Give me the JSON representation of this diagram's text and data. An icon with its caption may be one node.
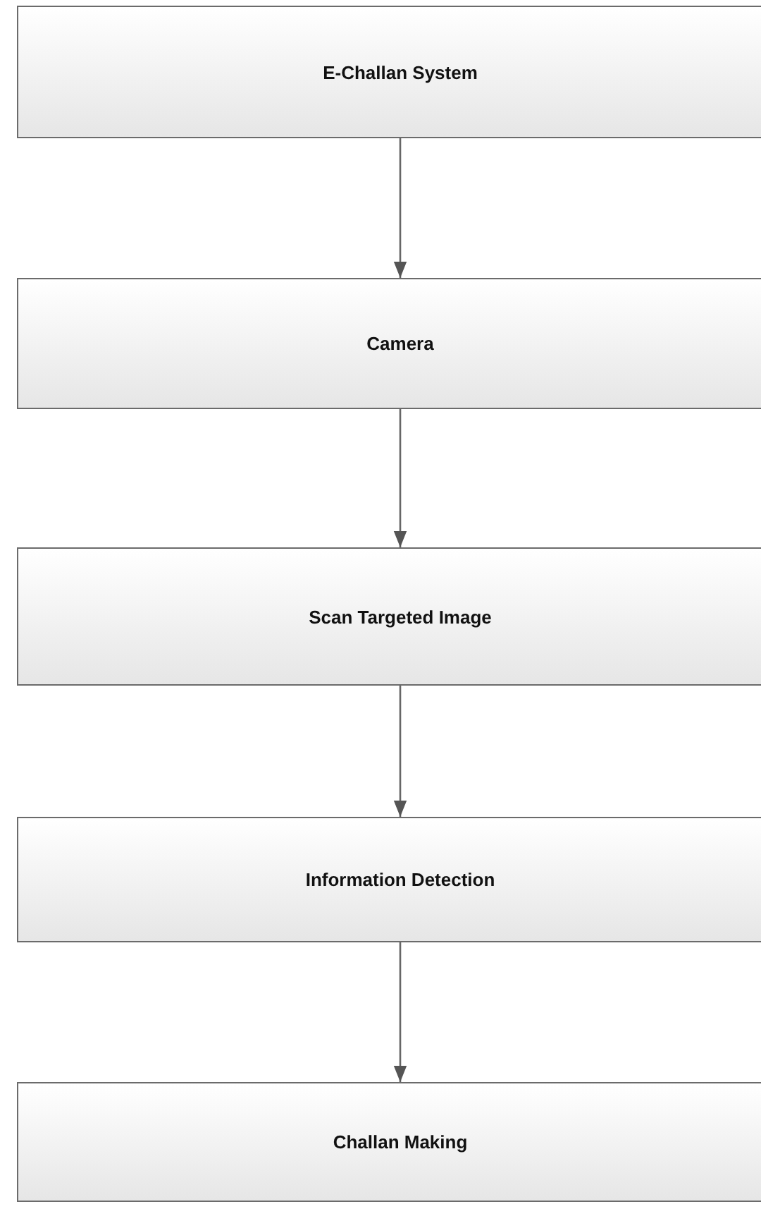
{
  "diagram": {
    "nodes": [
      {
        "text": [
          "E-Challan System"
        ]
      },
      {
        "text": [
          "Camera"
        ]
      },
      {
        "text": [
          "Scan Targeted Image"
        ]
      },
      {
        "text": [
          "Information Detection"
        ]
      },
      {
        "text": [
          "Challan Making"
        ]
      }
    ],
    "edges": [
      {
        "from": 0,
        "to": 1,
        "arrow": "to"
      },
      {
        "from": 1,
        "to": 2,
        "arrow": "to"
      },
      {
        "from": 2,
        "to": 3,
        "arrow": "to"
      },
      {
        "from": 3,
        "to": 4,
        "arrow": "to"
      }
    ]
  }
}
